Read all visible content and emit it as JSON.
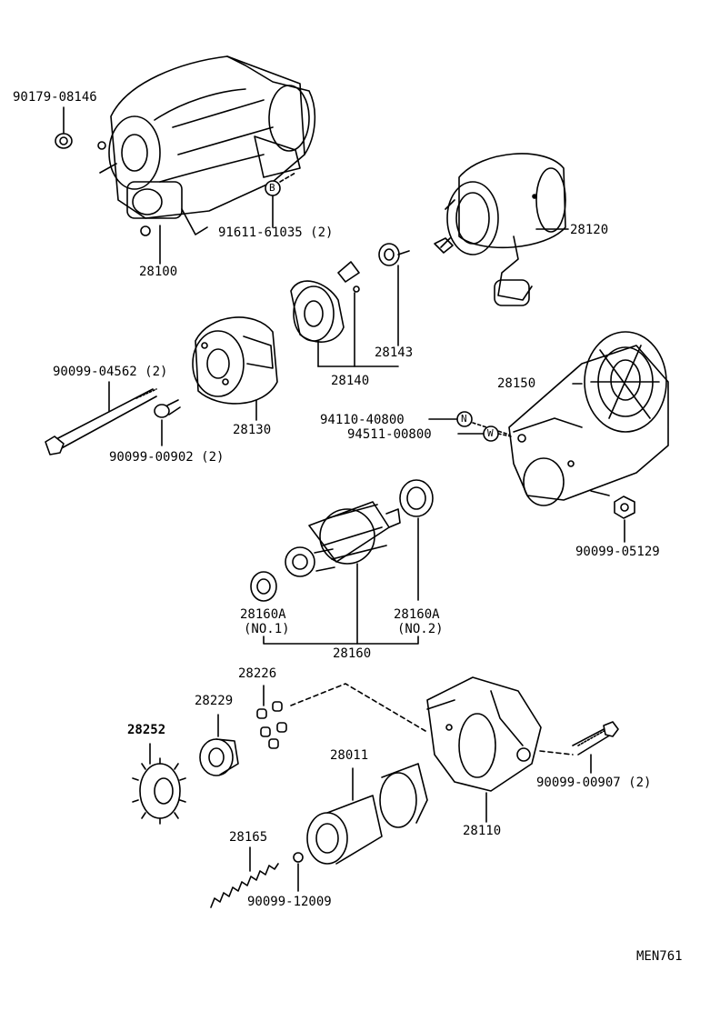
{
  "parts": {
    "p90179_08146": "90179-08146",
    "p91611_61035": "91611-61035 (2)",
    "p28100": "28100",
    "p28120": "28120",
    "p28143": "28143",
    "p28140": "28140",
    "p90099_04562": "90099-04562 (2)",
    "p28130": "28130",
    "p90099_00902": "90099-00902 (2)",
    "p28150": "28150",
    "p94110_40800": "94110-40800",
    "p94511_00800": "94511-00800",
    "p90099_05129": "90099-05129",
    "p28160A_1": "28160A",
    "p28160A_1_sub": "(NO.1)",
    "p28160A_2": "28160A",
    "p28160A_2_sub": "(NO.2)",
    "p28160": "28160",
    "p28226": "28226",
    "p28229": "28229",
    "p28252": "28252",
    "p28011": "28011",
    "p28110": "28110",
    "p90099_00907": "90099-00907 (2)",
    "p28165": "28165",
    "p90099_12009": "90099-12009"
  },
  "markers": {
    "B": "B",
    "N": "N",
    "W": "W"
  },
  "figure_code": "MEN761"
}
